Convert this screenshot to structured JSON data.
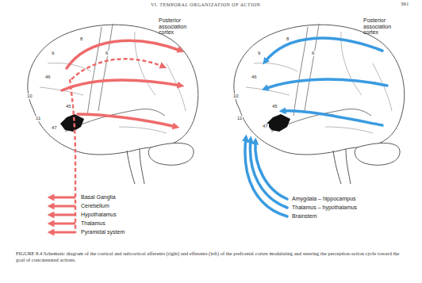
{
  "diagram": {
    "caption": "FIGURE 8.4 Schematic diagram of the cortical and subcortical afferents (right) and efferents (left) of the prefrontal cortex modulating and steering the perception-action cycle toward the goal of concatenated actions.",
    "labels": [
      "VI. TEMPORAL ORGANIZATION OF ACTION",
      "361",
      "Posterior association cortex",
      "8",
      "6",
      "9",
      "46",
      "10",
      "45",
      "11",
      "47",
      "Basal Ganglia",
      "Cerebellum",
      "Hypothalamus",
      "Thalamus",
      "Pyramidal system",
      "Posterior association cortex",
      "8",
      "6",
      "9",
      "46",
      "10",
      "45",
      "11",
      "47",
      "Amygdala – hippocampus",
      "Thalamus – hypothalamus",
      "Brainstem"
    ]
  }
}
